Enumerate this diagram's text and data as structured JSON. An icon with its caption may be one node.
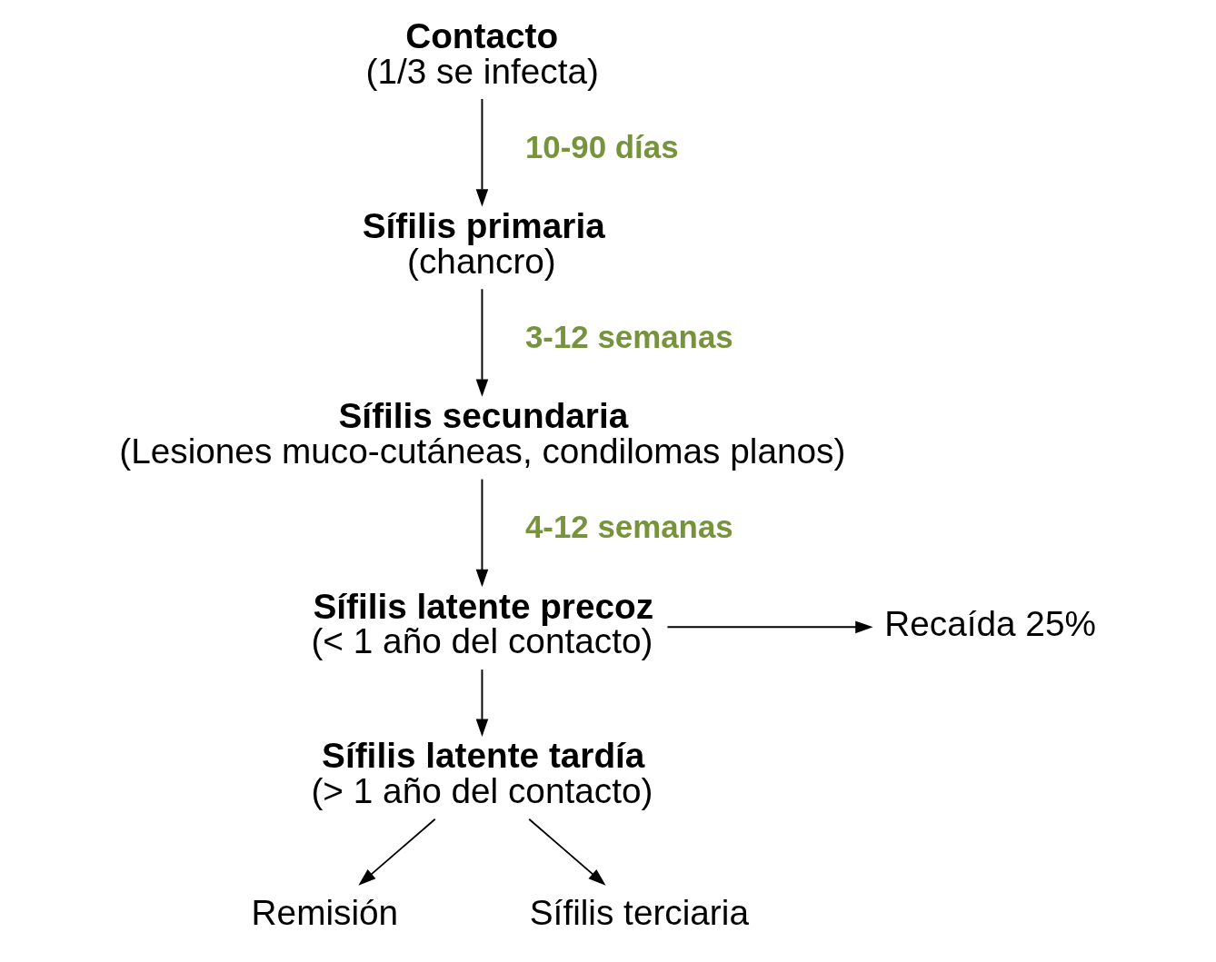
{
  "diagram": {
    "nodes": [
      {
        "text": [
          "Contacto",
          "(1/3 se infecta)"
        ]
      },
      {
        "text": [
          "Sífilis primaria",
          "(chancro)"
        ]
      },
      {
        "text": [
          "Sífilis secundaria",
          "(Lesiones muco-cutáneas, condilomas planos)"
        ]
      },
      {
        "text": [
          "Sífilis latente precoz",
          "(< 1 año del contacto)"
        ]
      },
      {
        "text": [
          "Recaída 25%"
        ]
      },
      {
        "text": [
          "Sífilis latente tardía",
          "(> 1 año del contacto)"
        ]
      },
      {
        "text": [
          "Remisión"
        ]
      },
      {
        "text": [
          "Sífilis terciaria"
        ]
      }
    ],
    "edges": [
      {
        "from": 0,
        "to": 1,
        "arrow": "to",
        "label": "10-90 días"
      },
      {
        "from": 1,
        "to": 2,
        "arrow": "to",
        "label": "3-12 semanas"
      },
      {
        "from": 2,
        "to": 3,
        "arrow": "to",
        "label": "4-12 semanas"
      },
      {
        "from": 3,
        "to": 4,
        "arrow": "to"
      },
      {
        "from": 3,
        "to": 5,
        "arrow": "to"
      },
      {
        "from": 5,
        "to": 6,
        "arrow": "to"
      },
      {
        "from": 5,
        "to": 7,
        "arrow": "to"
      }
    ]
  }
}
